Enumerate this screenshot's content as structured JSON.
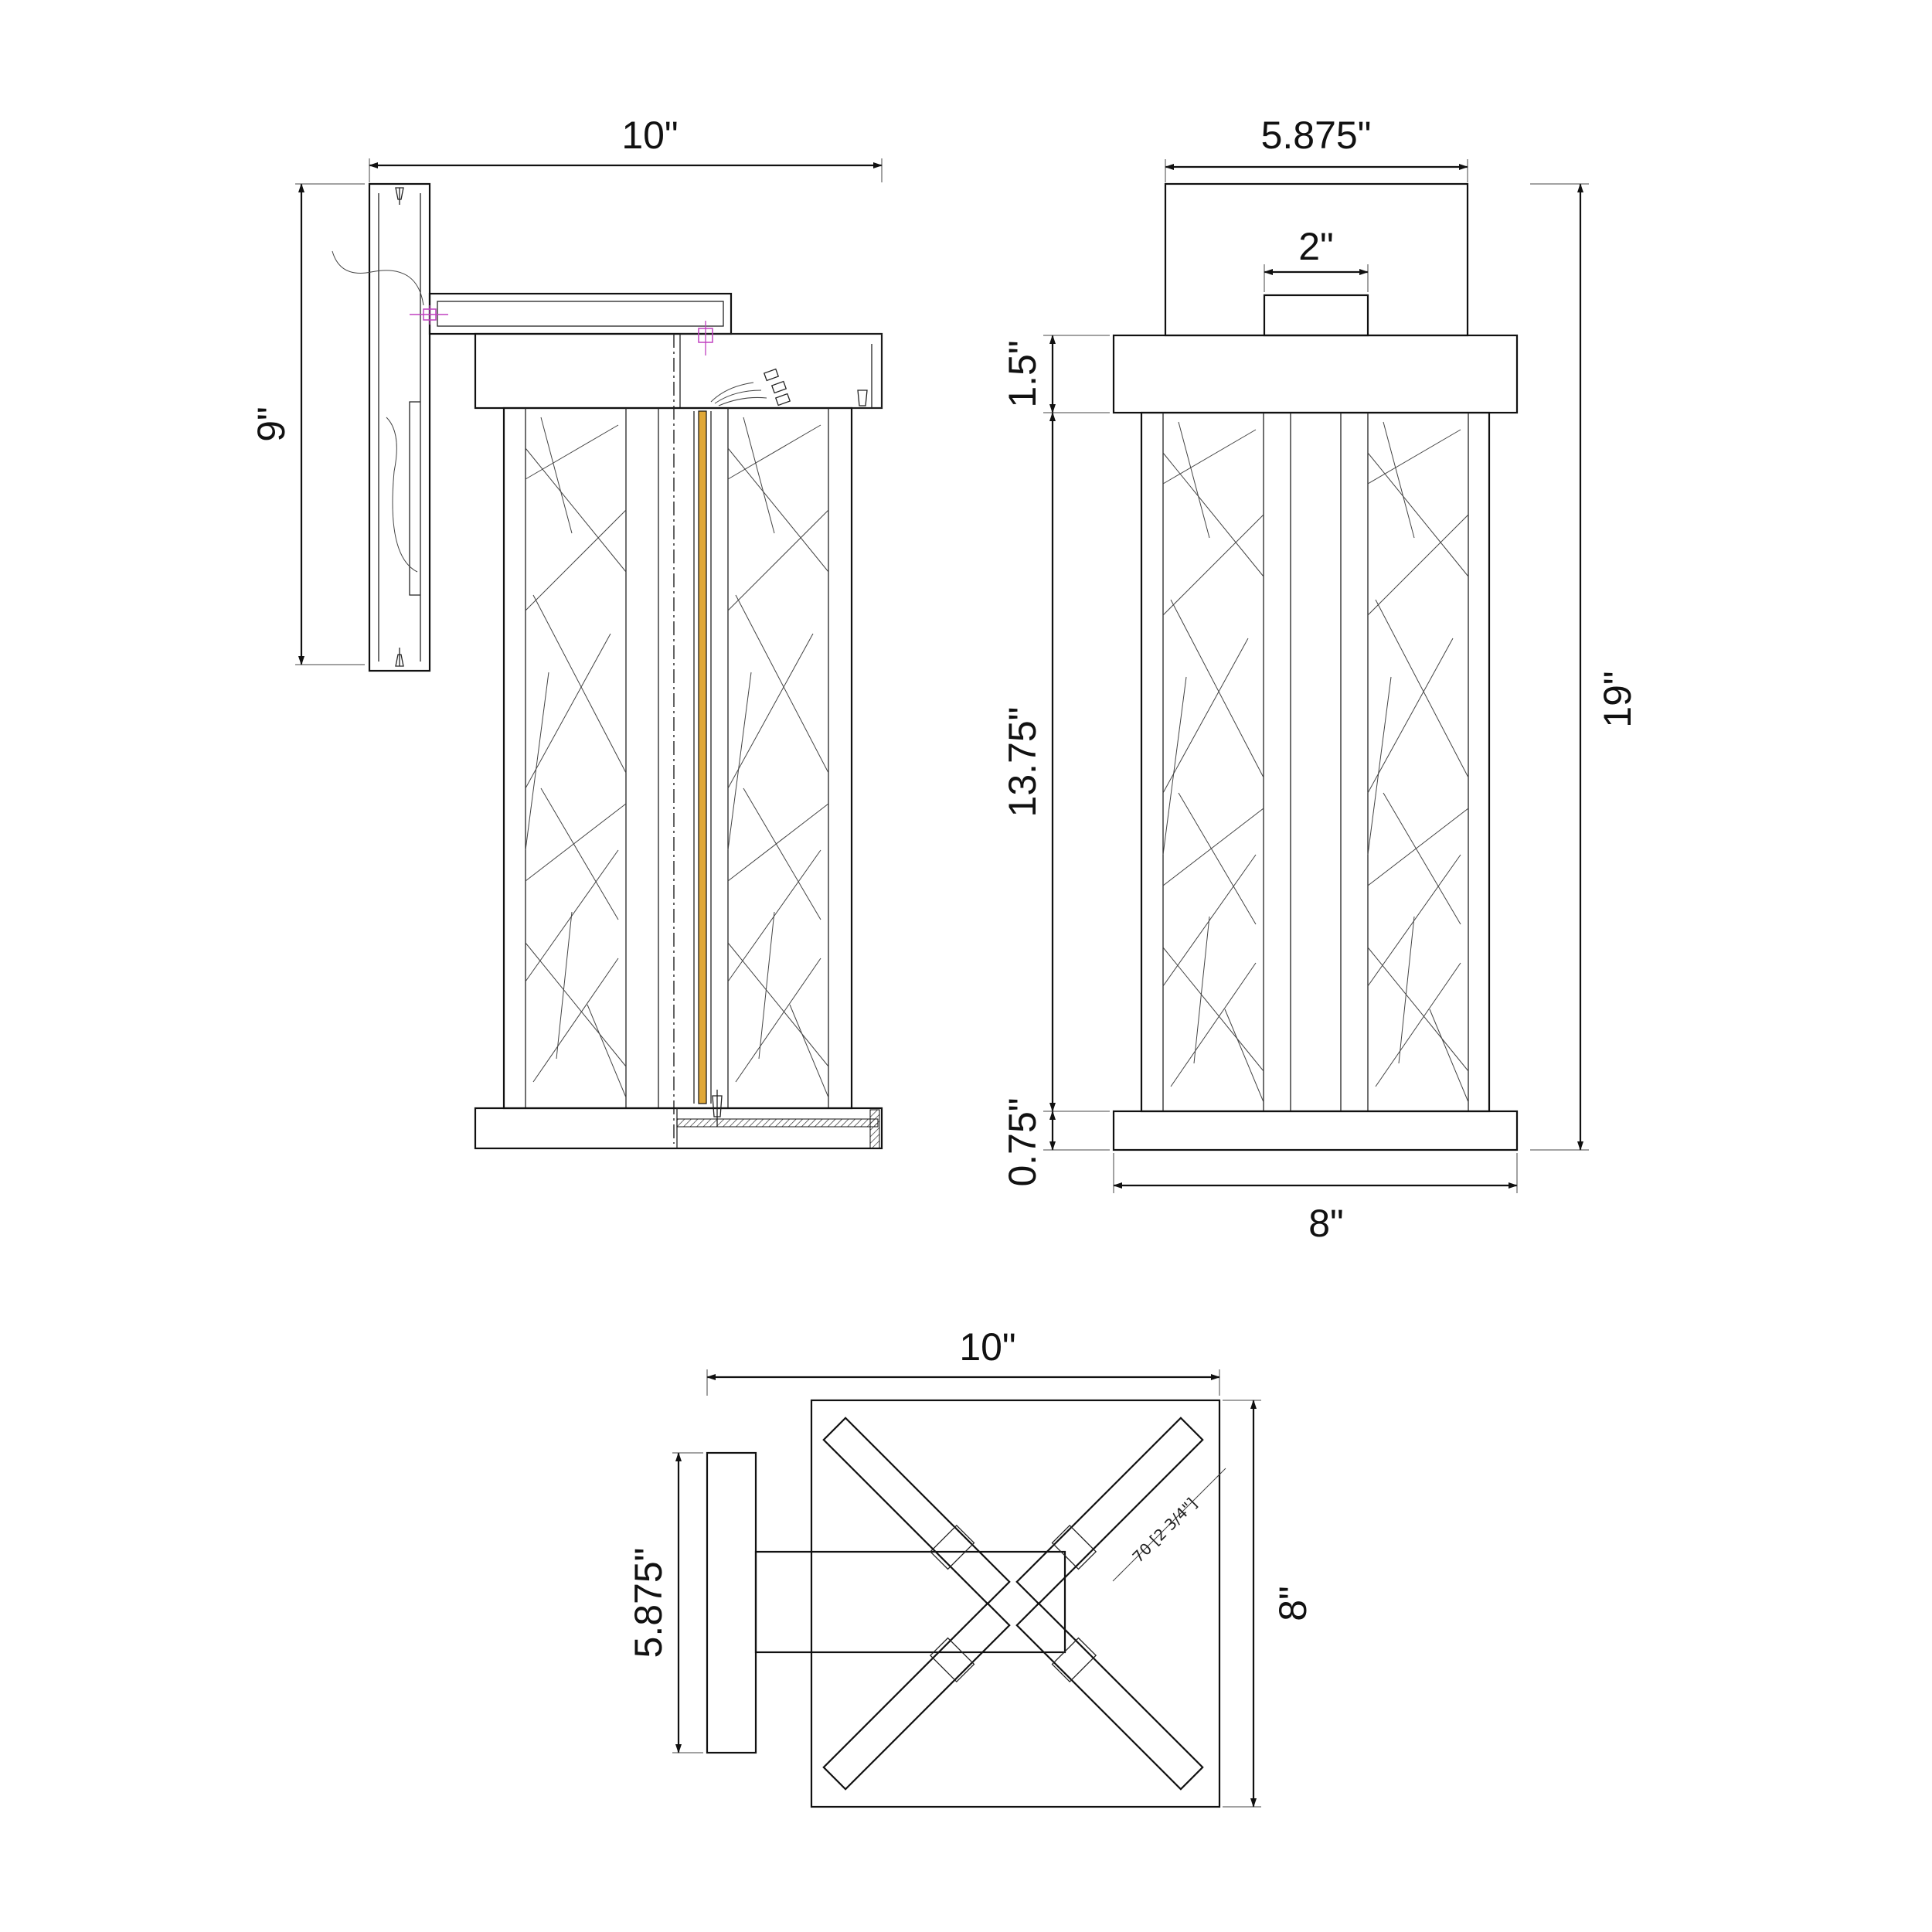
{
  "colors": {
    "line": "#111111",
    "background": "#ffffff",
    "wire": "#e0a838",
    "screw_marker": "#c040c0"
  },
  "side_view": {
    "width_label": "10\"",
    "height_label": "9\""
  },
  "front_view": {
    "backplate_width_label": "5.875\"",
    "arm_width_label": "2\"",
    "top_cap_label": "1.5\"",
    "body_label": "13.75\"",
    "base_label": "0.75\"",
    "overall_height_label": "19\"",
    "base_width_label": "8\""
  },
  "top_view": {
    "width_label": "10\"",
    "backplate_label": "5.875\"",
    "depth_label": "8\"",
    "bulb_label": "70 [2 3/4\"]"
  }
}
